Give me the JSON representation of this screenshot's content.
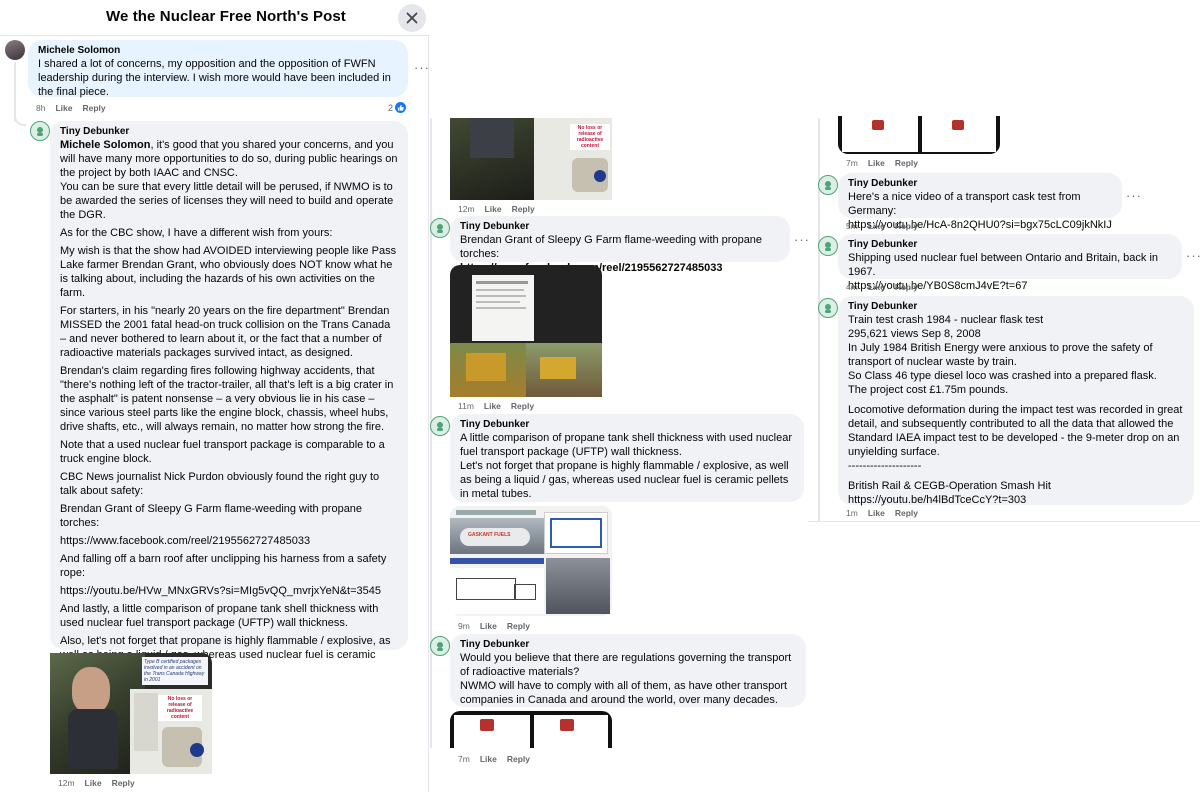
{
  "post": {
    "title": "We the Nuclear Free North's Post"
  },
  "actions": {
    "like": "Like",
    "reply": "Reply"
  },
  "comments": {
    "michele": {
      "author": "Michele Solomon",
      "text": "I shared a lot of concerns, my opposition and the opposition of FWFN leadership during the interview. I wish more would have been included in the final piece.",
      "time": "8h",
      "reaction_count": "2"
    },
    "td_main": {
      "author": "Tiny Debunker",
      "mention": "Michele Solomon",
      "p1_rest": ", it's good that you shared your concerns, and you will have many more opportunities to do so, during public hearings on the project by both IAAC and CNSC.",
      "p1b": "You can be sure that every little detail will be perused, if NWMO is to be awarded the series of licenses they will need to build and operate the DGR.",
      "p2": "As for the CBC show, I have a different wish from yours:",
      "p3": "My wish is that the show had AVOIDED interviewing people like Pass Lake farmer Brendan Grant, who obviously does NOT know what he is talking about, including the hazards of his own activities on the farm.",
      "p4": "For starters, in his \"nearly 20 years on the fire department\" Brendan MISSED the 2001 fatal head-on truck collision on the Trans Canada – and never bothered to learn about it, or the fact that a number of radioactive materials packages survived intact, as designed.",
      "p5": "Brendan's claim regarding fires following highway accidents, that \"there's nothing left of the tractor-trailer, all that's left is a big crater in the asphalt\" is patent nonsense – a very obvious lie in his case – since various steel parts like the engine block, chassis, wheel hubs, drive shafts, etc., will always remain, no matter how strong the fire.",
      "p6": "Note that a used nuclear fuel transport package is comparable to a truck engine block.",
      "p7": "CBC News journalist Nick Purdon obviously found the right guy to talk about safety:",
      "p8": "Brendan Grant of Sleepy G Farm flame-weeding with propane torches:",
      "p9": "https://www.facebook.com/reel/2195562727485033",
      "p10": "And falling off a barn roof after unclipping his harness from a safety rope:",
      "p11": "https://youtu.be/HVw_MNxGRVs?si=MIg5vQQ_mvrjxYeN&t=3545",
      "p12": "And lastly, a little comparison of propane tank shell thickness with used nuclear fuel transport package (UFTP) wall thickness.",
      "p13": "Also, let's not forget that propane is highly flammable / explosive, as well as being a liquid / gas, whereas used nuclear fuel is ceramic pellets in metal tubes.",
      "time": "12m",
      "img_tag_top": "Type B certified packages involved in an accident on the Trans Canada Highway in 2001",
      "img_tag_red": "No loss or release of radioactive content"
    },
    "c2_top": {
      "time": "12m",
      "img_tag_red": "No loss or release of radioactive content"
    },
    "c2_brendan": {
      "author": "Tiny Debunker",
      "text": "Brendan Grant of Sleepy G Farm flame-weeding with propane torches:",
      "link": "https://www.facebook.com/reel/2195562727485033",
      "time": "11m"
    },
    "c2_propane": {
      "author": "Tiny Debunker",
      "text1": "A little comparison of propane tank shell thickness with used nuclear fuel transport package (UFTP) wall thickness.",
      "text2": "Let's not forget that propane is highly flammable / explosive, as well as being a liquid / gas, whereas used nuclear fuel is ceramic pellets in metal tubes.",
      "time": "9m",
      "img_banner": "GASKANT FUELS"
    },
    "c2_regs": {
      "author": "Tiny Debunker",
      "text1": "Would you believe that there are regulations governing the transport of radioactive materials?",
      "text2": "NWMO will have to comply with all of them, as have other transport companies in Canada and around the world, over many decades.",
      "time": "7m"
    },
    "c3_top": {
      "time": "7m"
    },
    "c3_germany": {
      "author": "Tiny Debunker",
      "text": "Here's a nice video of a transport cask test from Germany:",
      "link": "https://youtu.be/HcA-8n2QHU0?si=bgx75cLC09jkNkIJ",
      "time": "5m"
    },
    "c3_britain": {
      "author": "Tiny Debunker",
      "text": "Shipping used nuclear fuel between Ontario and Britain, back in 1967.",
      "link": "https://youtu.be/YB0S8cmJ4vE?t=67",
      "time": "4m"
    },
    "c3_crash": {
      "author": "Tiny Debunker",
      "l1": "Train test crash 1984 - nuclear flask test",
      "l2": "295,621 views Sep 8, 2008",
      "l3": "In July 1984 British Energy were anxious to prove the safety of transport of nuclear waste by train.",
      "l4": "So Class 46 type diesel loco was crashed into a prepared flask.",
      "l5": "The project cost £1.75m pounds.",
      "l6": "Locomotive deformation during the impact test was recorded in great detail, and subsequently contributed to all the data that allowed the Standard IAEA impact test to be developed - the 9-meter drop on an unyielding surface.",
      "l7": "--------------------",
      "l8": "British Rail & CEGB-Operation Smash Hit",
      "l9": "https://youtu.be/h4lBdTceCcY?t=303",
      "time": "1m"
    }
  }
}
